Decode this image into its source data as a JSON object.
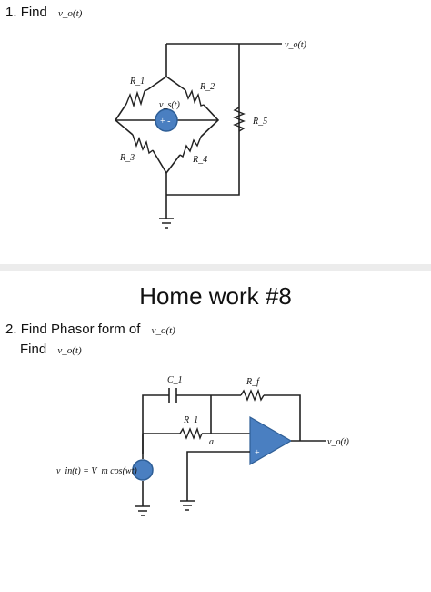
{
  "q1": {
    "number": "1.",
    "text": "Find",
    "var": "v_o(t)"
  },
  "circuit1": {
    "output": "v_o(t)",
    "source": "v_s(t)",
    "r1": "R_1",
    "r2": "R_2",
    "r3": "R_3",
    "r4": "R_4",
    "r5": "R_5",
    "source_sign": "+ -"
  },
  "page2_title": "Home work #8",
  "q2": {
    "number": "2.",
    "text": "Find Phasor form of",
    "var": "v_o(t)",
    "line2_text": "Find",
    "line2_var": "v_o(t)"
  },
  "circuit2": {
    "c1": "C_1",
    "rf": "R_f",
    "r1": "R_1",
    "node": "a",
    "output": "v_o(t)",
    "source_eq": "v_in(t) = V_m cos(wt)",
    "opamp_minus": "-",
    "opamp_plus": "+"
  },
  "colors": {
    "component_fill": "#4a7fc1",
    "component_stroke": "#2e5e96"
  }
}
